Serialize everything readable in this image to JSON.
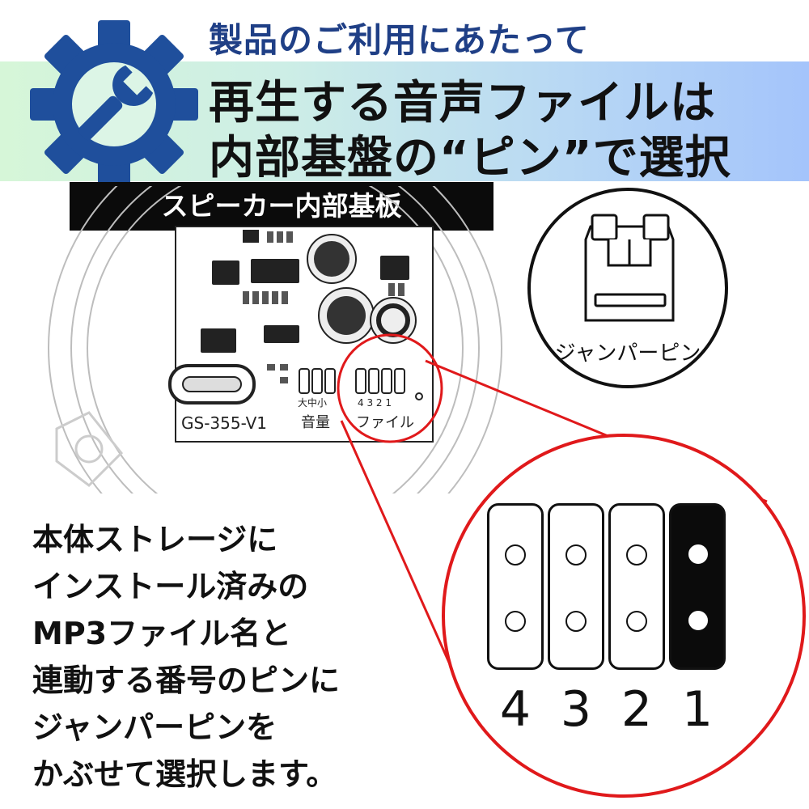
{
  "header": {
    "subtitle": "製品のご利用にあたって",
    "title_line1": "再生する音声ファイルは",
    "title_line2": "内部基盤の“ピン”で選択",
    "accent_color": "#1f4f9c",
    "gear_icon": "gear-wrench-icon"
  },
  "board": {
    "label": "スピーカー内部基板",
    "model": "GS-355-V1",
    "volume_label": "音量",
    "volume_marks": "大中小",
    "file_label": "ファイル",
    "file_marks": "4 3 2 1"
  },
  "jumper": {
    "label": "ジャンパーピン"
  },
  "description": {
    "lines": [
      "本体ストレージに",
      "インストール済みの",
      "MP3ファイル名と",
      "連動する番号のピンに",
      "ジャンパーピンを",
      "かぶせて選択します。"
    ]
  },
  "zoom": {
    "ring_color": "#e0191b",
    "pins": [
      {
        "number": "4",
        "selected": false
      },
      {
        "number": "3",
        "selected": false
      },
      {
        "number": "2",
        "selected": false
      },
      {
        "number": "1",
        "selected": true
      }
    ]
  }
}
